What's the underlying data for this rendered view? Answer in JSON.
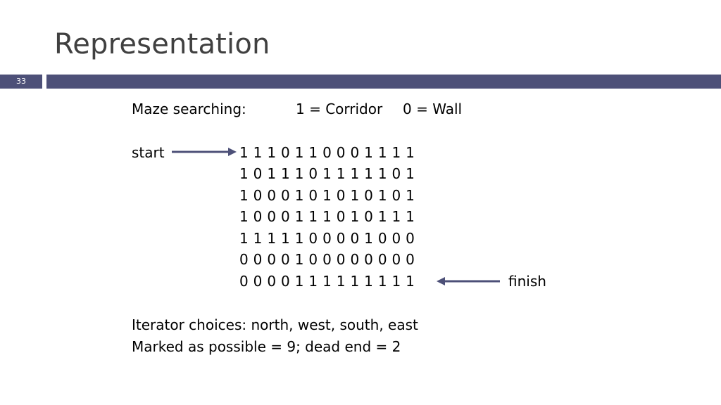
{
  "slide": {
    "title": "Representation",
    "number": "33"
  },
  "content": {
    "maze_label": "Maze searching:",
    "legend_corridor": "1 = Corridor",
    "legend_wall": "0 = Wall",
    "start_label": "start",
    "finish_label": "finish",
    "maze_rows": [
      "1 1 1 0 1 1 0 0 0 1 1 1 1",
      "1 0 1 1 1 0 1 1 1 1 1 0 1",
      "1 0 0 0 1 0 1 0 1 0 1 0 1",
      "1 0 0 0 1 1 1 0 1 0 1 1 1",
      "1 1 1 1 1 0 0 0 0 1 0 0 0",
      "0 0 0 0 1 0 0 0 0 0 0 0 0",
      "0 0 0 0 1 1 1 1 1 1 1 1 1"
    ],
    "iterator_line": "Iterator choices: north, west, south, east",
    "marked_line": "Marked as possible = 9; dead end = 2"
  },
  "colors": {
    "accent_bar": "#4d5078",
    "arrow": "#4d5078",
    "title": "#404040"
  }
}
